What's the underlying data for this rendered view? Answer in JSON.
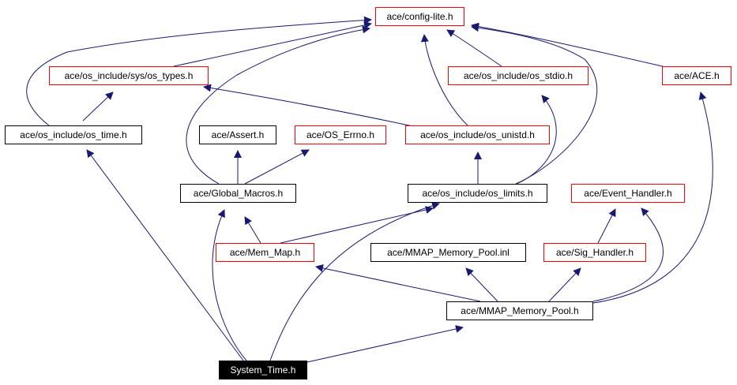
{
  "colors": {
    "edge": "#191970",
    "red_border": "#ff0000",
    "black_border": "#000000",
    "current_fill": "#000000",
    "current_text": "#ffffff"
  },
  "nodes": {
    "config_lite": "ace/config-lite.h",
    "os_types": "ace/os_include/sys/os_types.h",
    "os_stdio": "ace/os_include/os_stdio.h",
    "ace_h": "ace/ACE.h",
    "os_time": "ace/os_include/os_time.h",
    "assert": "ace/Assert.h",
    "os_errno": "ace/OS_Errno.h",
    "os_unistd": "ace/os_include/os_unistd.h",
    "global_macros": "ace/Global_Macros.h",
    "os_limits": "ace/os_include/os_limits.h",
    "event_handler": "ace/Event_Handler.h",
    "mem_map": "ace/Mem_Map.h",
    "mmap_memory_pool_inl": "ace/MMAP_Memory_Pool.inl",
    "sig_handler": "ace/Sig_Handler.h",
    "mmap_memory_pool_h": "ace/MMAP_Memory_Pool.h",
    "system_time": "System_Time.h"
  },
  "edges": [
    {
      "from": "os_types",
      "to": "config_lite"
    },
    {
      "from": "os_stdio",
      "to": "config_lite"
    },
    {
      "from": "ace_h",
      "to": "config_lite"
    },
    {
      "from": "os_time",
      "to": "config_lite"
    },
    {
      "from": "os_time",
      "to": "os_types"
    },
    {
      "from": "os_unistd",
      "to": "config_lite"
    },
    {
      "from": "os_unistd",
      "to": "os_types"
    },
    {
      "from": "global_macros",
      "to": "config_lite"
    },
    {
      "from": "global_macros",
      "to": "assert"
    },
    {
      "from": "global_macros",
      "to": "os_errno"
    },
    {
      "from": "os_limits",
      "to": "os_unistd"
    },
    {
      "from": "os_limits",
      "to": "os_stdio"
    },
    {
      "from": "os_limits",
      "to": "config_lite"
    },
    {
      "from": "mem_map",
      "to": "global_macros"
    },
    {
      "from": "mem_map",
      "to": "os_limits"
    },
    {
      "from": "sig_handler",
      "to": "event_handler"
    },
    {
      "from": "mmap_memory_pool_h",
      "to": "mem_map"
    },
    {
      "from": "mmap_memory_pool_h",
      "to": "mmap_memory_pool_inl"
    },
    {
      "from": "mmap_memory_pool_h",
      "to": "sig_handler"
    },
    {
      "from": "mmap_memory_pool_h",
      "to": "event_handler"
    },
    {
      "from": "mmap_memory_pool_h",
      "to": "ace_h"
    },
    {
      "from": "system_time",
      "to": "os_time"
    },
    {
      "from": "system_time",
      "to": "global_macros"
    },
    {
      "from": "system_time",
      "to": "os_limits"
    },
    {
      "from": "system_time",
      "to": "mmap_memory_pool_h"
    }
  ]
}
